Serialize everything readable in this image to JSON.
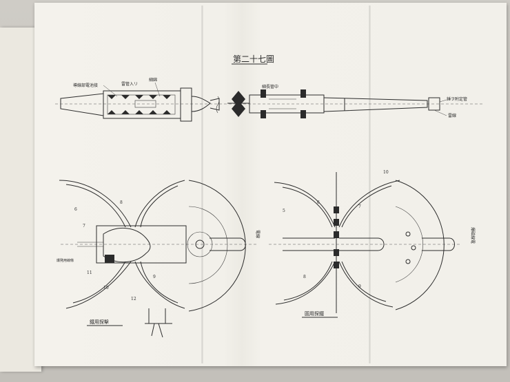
{
  "figure": {
    "title": "第二十七圖"
  },
  "assembly_callouts": {
    "left_1": "導線部電池接",
    "left_2": "雷管入リ",
    "left_3": "細綿",
    "middle": "細長管中",
    "right_1": "錘ヲ附定管",
    "right_2": "雷線"
  },
  "left_view": {
    "caption": "鐵用探擊",
    "side_label": "電線",
    "side_note": "爆発用線條",
    "dims": [
      "6",
      "7",
      "8",
      "9",
      "10",
      "11",
      "12"
    ]
  },
  "right_view": {
    "caption": "圓用探鐵",
    "side_label": "爆磁線電",
    "dims": [
      "5",
      "6",
      "7",
      "8",
      "9",
      "10"
    ]
  }
}
